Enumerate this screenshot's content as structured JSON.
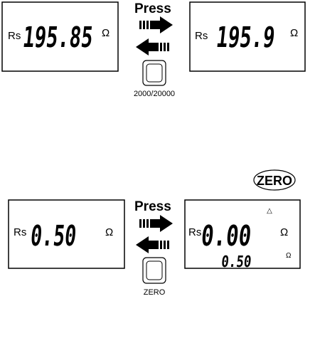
{
  "top_panel": {
    "left_display": {
      "label": "Rs",
      "value": "195.85",
      "unit": "Ω"
    },
    "right_display": {
      "label": "Rs",
      "value": "195.9",
      "unit": "Ω"
    },
    "press_label": "Press",
    "button_caption": "2000/20000"
  },
  "bottom_panel": {
    "left_display": {
      "label": "Rs",
      "value": "0.50",
      "unit": "Ω"
    },
    "right_display": {
      "label": "Rs",
      "value": "0.00",
      "unit": "Ω",
      "sub_value": "0.50",
      "sub_unit": "Ω",
      "zero_badge": "ZERO",
      "zero_marker": "△"
    },
    "press_label": "Press",
    "button_caption": "ZERO"
  }
}
